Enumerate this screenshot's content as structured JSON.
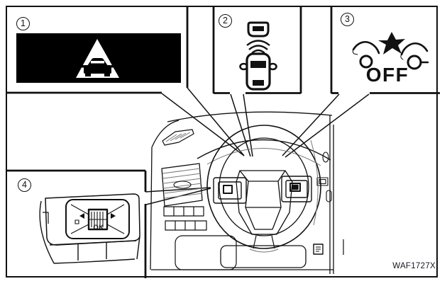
{
  "figure": {
    "code": "WAF1727X",
    "type": "owner-manual-diagram",
    "subject": "steering-wheel-and-indicator-callouts"
  },
  "callouts": [
    {
      "number": "1",
      "name": "vehicle-ahead-warning-display"
    },
    {
      "number": "2",
      "name": "vehicle-distance-indicator"
    },
    {
      "number": "3",
      "name": "collision-warning-off-indicator"
    },
    {
      "number": "4",
      "name": "steering-wheel-ok-scroll-switch"
    }
  ],
  "labels": {
    "off": "OFF",
    "ok": "OK"
  },
  "icons": {
    "callout1": "vehicle-ahead-triangle-icon",
    "callout2": "vehicle-distance-radar-icon",
    "callout3": "collision-warning-off-icon",
    "callout4": "left-right-ok-scroll-pad-icon",
    "center": "dashboard-steering-wheel-illustration"
  },
  "colors": {
    "background": "#ffffff",
    "line": "#111111",
    "display_background": "#000000",
    "display_foreground": "#ffffff"
  }
}
